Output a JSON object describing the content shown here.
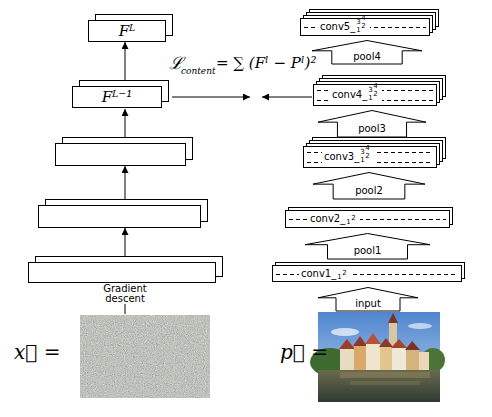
{
  "diagram": {
    "nodes": [
      {
        "text": [
          "Fᴸ"
        ]
      },
      {
        "text": [
          "Fᴸ⁻¹"
        ]
      },
      {
        "text": [
          "conv5_",
          "1",
          "2",
          "3",
          "4"
        ]
      },
      {
        "text": [
          "pool4"
        ]
      },
      {
        "text": [
          "conv4_",
          "1",
          "2",
          "3",
          "4"
        ]
      },
      {
        "text": [
          "pool3"
        ]
      },
      {
        "text": [
          "conv3_",
          "1",
          "2",
          "3",
          "4"
        ]
      },
      {
        "text": [
          "pool2"
        ]
      },
      {
        "text": [
          "conv2_",
          "1",
          "2"
        ]
      },
      {
        "text": [
          "pool1"
        ]
      },
      {
        "text": [
          "conv1_",
          "1",
          "2"
        ]
      },
      {
        "text": [
          "input"
        ]
      }
    ],
    "edges": [
      {
        "from": 1,
        "to": 0,
        "arrow": "to"
      }
    ],
    "labels": [
      "ℒ",
      "content",
      "= ∑ (Fˡ − Pˡ)²",
      "Gradient descent",
      "x⃗ =",
      "p⃗ ="
    ]
  }
}
